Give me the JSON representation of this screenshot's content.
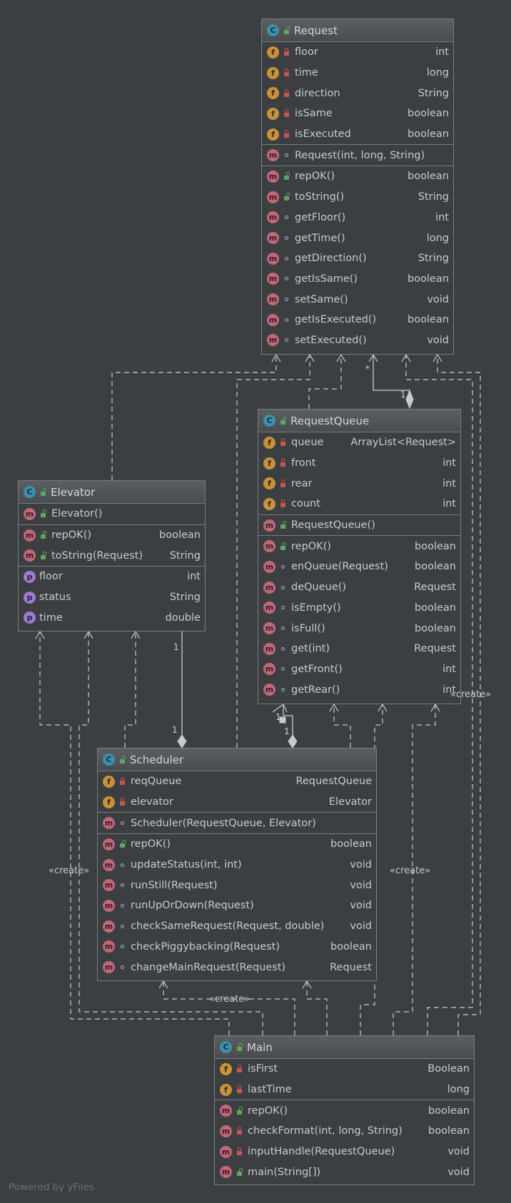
{
  "classes": {
    "request": {
      "name": "Request",
      "fields": [
        {
          "name": "floor",
          "type": "int"
        },
        {
          "name": "time",
          "type": "long"
        },
        {
          "name": "direction",
          "type": "String"
        },
        {
          "name": "isSame",
          "type": "boolean"
        },
        {
          "name": "isExecuted",
          "type": "boolean"
        }
      ],
      "constructors": [
        {
          "name": "Request(int, long, String)",
          "type": ""
        }
      ],
      "methods": [
        {
          "name": "repOK()",
          "type": "boolean"
        },
        {
          "name": "toString()",
          "type": "String"
        },
        {
          "name": "getFloor()",
          "type": "int"
        },
        {
          "name": "getTime()",
          "type": "long"
        },
        {
          "name": "getDirection()",
          "type": "String"
        },
        {
          "name": "getIsSame()",
          "type": "boolean"
        },
        {
          "name": "setSame()",
          "type": "void"
        },
        {
          "name": "getIsExecuted()",
          "type": "boolean"
        },
        {
          "name": "setExecuted()",
          "type": "void"
        }
      ]
    },
    "request_queue": {
      "name": "RequestQueue",
      "fields": [
        {
          "name": "queue",
          "type": "ArrayList<Request>"
        },
        {
          "name": "front",
          "type": "int"
        },
        {
          "name": "rear",
          "type": "int"
        },
        {
          "name": "count",
          "type": "int"
        }
      ],
      "constructors": [
        {
          "name": "RequestQueue()",
          "type": ""
        }
      ],
      "methods": [
        {
          "name": "repOK()",
          "type": "boolean"
        },
        {
          "name": "enQueue(Request)",
          "type": "boolean"
        },
        {
          "name": "deQueue()",
          "type": "Request"
        },
        {
          "name": "isEmpty()",
          "type": "boolean"
        },
        {
          "name": "isFull()",
          "type": "boolean"
        },
        {
          "name": "get(int)",
          "type": "Request"
        },
        {
          "name": "getFront()",
          "type": "int"
        },
        {
          "name": "getRear()",
          "type": "int"
        }
      ]
    },
    "elevator": {
      "name": "Elevator",
      "constructors": [
        {
          "name": "Elevator()",
          "type": ""
        }
      ],
      "methods": [
        {
          "name": "repOK()",
          "type": "boolean"
        },
        {
          "name": "toString(Request)",
          "type": "String"
        }
      ],
      "properties": [
        {
          "name": "floor",
          "type": "int"
        },
        {
          "name": "status",
          "type": "String"
        },
        {
          "name": "time",
          "type": "double"
        }
      ]
    },
    "scheduler": {
      "name": "Scheduler",
      "fields": [
        {
          "name": "reqQueue",
          "type": "RequestQueue"
        },
        {
          "name": "elevator",
          "type": "Elevator"
        }
      ],
      "constructors": [
        {
          "name": "Scheduler(RequestQueue, Elevator)",
          "type": ""
        }
      ],
      "methods": [
        {
          "name": "repOK()",
          "type": "boolean"
        },
        {
          "name": "updateStatus(int, int)",
          "type": "void"
        },
        {
          "name": "runStill(Request)",
          "type": "void"
        },
        {
          "name": "runUpOrDown(Request)",
          "type": "void"
        },
        {
          "name": "checkSameRequest(Request, double)",
          "type": "void"
        },
        {
          "name": "checkPiggybacking(Request)",
          "type": "boolean"
        },
        {
          "name": "changeMainRequest(Request)",
          "type": "Request"
        }
      ]
    },
    "main": {
      "name": "Main",
      "fields": [
        {
          "name": "isFirst",
          "type": "Boolean"
        },
        {
          "name": "lastTime",
          "type": "long"
        }
      ],
      "methods": [
        {
          "name": "repOK()",
          "type": "boolean"
        },
        {
          "name": "checkFormat(int, long, String)",
          "type": "boolean"
        },
        {
          "name": "inputHandle(RequestQueue)",
          "type": "void"
        },
        {
          "name": "main(String[])",
          "type": "void"
        }
      ]
    }
  },
  "edge_labels": {
    "create_left": "«create»",
    "create_right": "«create»",
    "create_mid": "«create»",
    "create_queue": "«create»"
  },
  "multiplicities": {
    "request_many": "*",
    "request_one": "1",
    "elevator_one_top": "1",
    "elevator_one_bottom": "1",
    "queue_one_top": "1",
    "queue_one_bottom": "1"
  },
  "icons": {
    "class": "class-icon",
    "field": "field-icon",
    "method": "method-icon",
    "property": "property-icon",
    "private": "lock-icon",
    "public": "unlock-icon",
    "package": "package-dot-icon"
  },
  "colors": {
    "background": "#3c3f41",
    "border": "#7a7d7f",
    "edge": "#c8cacc",
    "class_badge": "#3d8fb0",
    "field_badge": "#c8923d",
    "method_badge": "#c0677b",
    "property_badge": "#9f7bd0"
  },
  "watermark": "Powered by yFiles"
}
